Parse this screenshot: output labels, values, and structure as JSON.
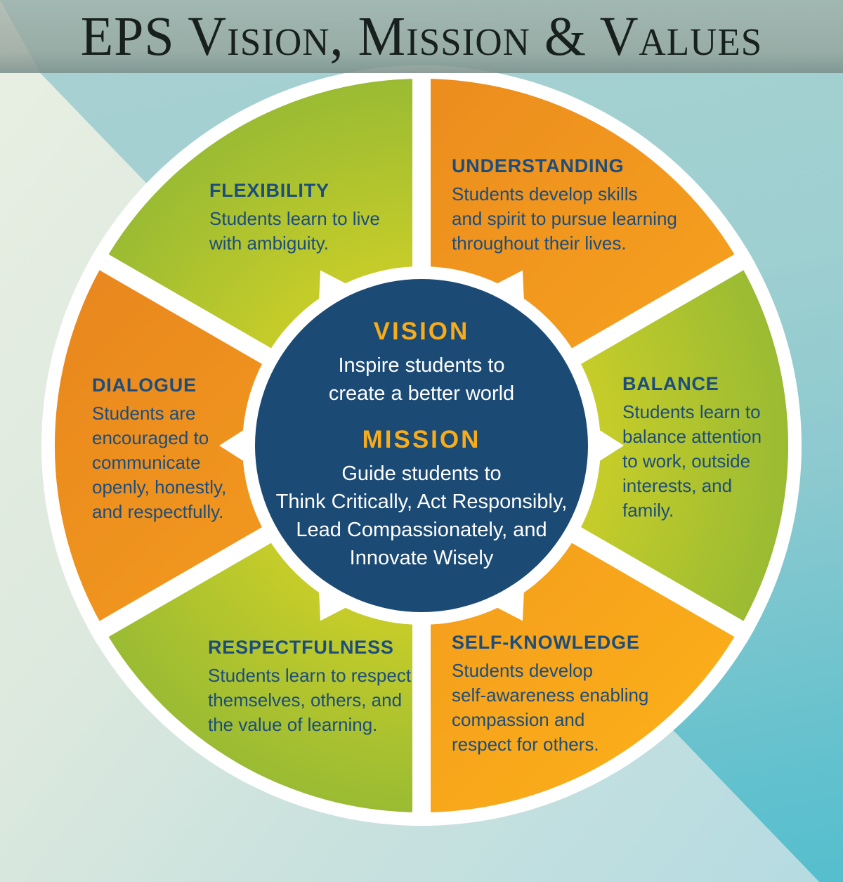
{
  "banner": {
    "title": "EPS Vision, Mission & Values"
  },
  "center": {
    "vision_label": "VISION",
    "vision_text": "Inspire students to\ncreate a better world",
    "mission_label": "MISSION",
    "mission_text": "Guide students to\nThink Critically, Act Responsibly,\nLead Compassionately, and\nInnovate Wisely"
  },
  "segments": [
    {
      "id": "flexibility",
      "position": "top-left",
      "color": "green",
      "label": "FLEXIBILITY",
      "text": "Students learn to live\nwith ambiguity."
    },
    {
      "id": "understanding",
      "position": "top-right",
      "color": "orange",
      "label": "UNDERSTANDING",
      "text": "Students develop skills\nand spirit to pursue learning\nthroughout their lives."
    },
    {
      "id": "balance",
      "position": "right",
      "color": "green",
      "label": "BALANCE",
      "text": "Students learn to\nbalance attention\nto work, outside\ninterests, and\nfamily."
    },
    {
      "id": "self-knowledge",
      "position": "bottom-right",
      "color": "orange",
      "label": "SELF-KNOWLEDGE",
      "text": "Students develop\nself-awareness enabling\ncompassion and\nrespect for others."
    },
    {
      "id": "respectfulness",
      "position": "bottom-left",
      "color": "green",
      "label": "RESPECTFULNESS",
      "text": "Students learn to respect\nthemselves, others, and\nthe value of learning."
    },
    {
      "id": "dialogue",
      "position": "left",
      "color": "orange",
      "label": "DIALOGUE",
      "text": "Students are\nencouraged to\ncommunicate\nopenly, honestly,\nand respectfully."
    }
  ],
  "colors": {
    "banner": "#96a49c",
    "background_teal": "#9ecfd1",
    "background_light_band": "#dde9de",
    "navy_center": "#1b4a74",
    "gold_label": "#f7ac1b",
    "segment_text_navy": "#1c4d7d",
    "green_inner": "#c9ce28",
    "green_outer": "#9abb33",
    "orange_dark": "#e8861e",
    "orange_bright": "#fbb018",
    "white": "#ffffff"
  }
}
